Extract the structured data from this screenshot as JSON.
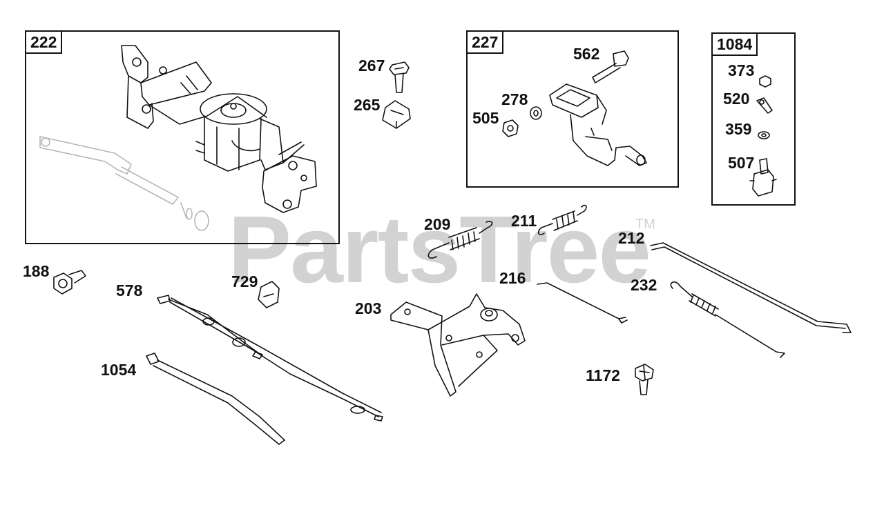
{
  "watermark": {
    "text": "PartsTree",
    "trademark": "TM"
  },
  "groups": [
    {
      "id": "222"
    },
    {
      "id": "227"
    },
    {
      "id": "1084"
    }
  ],
  "callouts": {
    "p188": "188",
    "p578": "578",
    "p1054": "1054",
    "p729": "729",
    "p267": "267",
    "p265": "265",
    "p562": "562",
    "p278": "278",
    "p505": "505",
    "p373": "373",
    "p520": "520",
    "p359": "359",
    "p507": "507",
    "p209": "209",
    "p211": "211",
    "p212": "212",
    "p216": "216",
    "p232": "232",
    "p203": "203",
    "p1172": "1172"
  },
  "colors": {
    "line": "#111111",
    "watermark": "#d2d2d2",
    "ghost": "#b5b5b5"
  }
}
